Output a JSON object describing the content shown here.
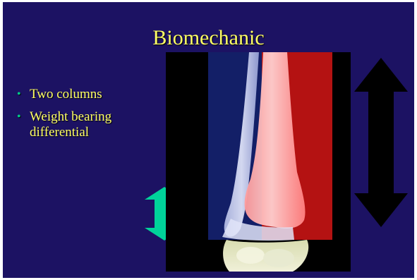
{
  "slide": {
    "title": "Biomechanic",
    "bullets": [
      "Two columns",
      "Weight bearing differential"
    ],
    "bullet_symbol": "•"
  },
  "colors": {
    "background": "#1c1263",
    "title_text": "#ffff66",
    "bullet_text": "#ffff66",
    "bullet_dot": "#00cc88",
    "left_arrow": "#00d39a",
    "right_arrow": "#000000",
    "blue_overlay": "#1a2a8a",
    "red_overlay": "#ff2b2b"
  },
  "icons": {
    "left_arrow": "double-vertical-arrow-icon",
    "right_arrow": "double-vertical-arrow-icon"
  }
}
